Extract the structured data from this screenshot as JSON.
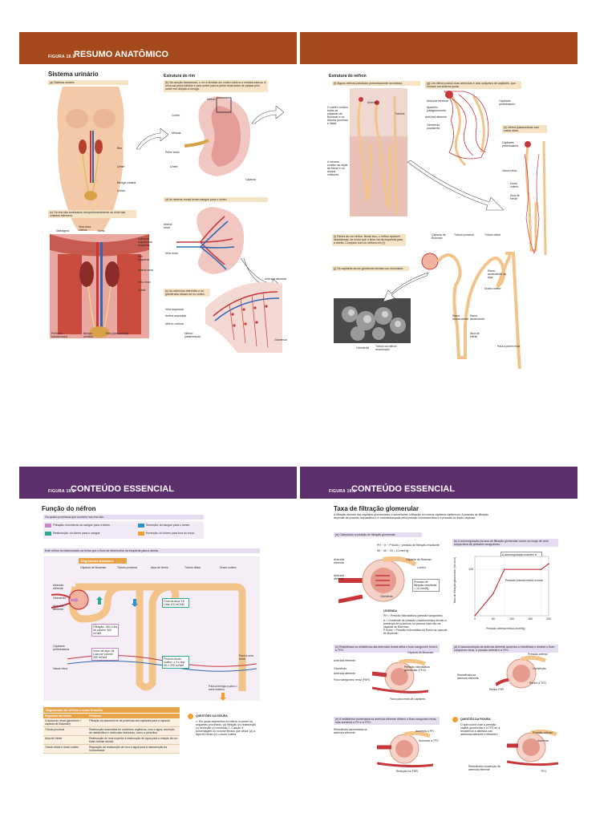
{
  "pages": {
    "p1": {
      "fig_num": "FIGURA 19.1",
      "fig_title": "RESUMO ANATÔMICO",
      "section": "Sistema urinário",
      "a": "(a) Sistema urinário",
      "a_labels": [
        "Rim",
        "Ureter",
        "Bexiga urinária",
        "Uretra"
      ],
      "c": "(c) Os rins são localizados retroperitonealmente ao nível das costelas inferiores.",
      "c_labels": [
        "Diafragma",
        "Veia cava inferior",
        "Aorta",
        "Glândula suprarrenal esquerda",
        "Rim esquerdo",
        "Artéria renal",
        "Veia renal",
        "Ureter",
        "Peritônio (seccionado)",
        "Bexiga urinária",
        "Reto (seccionado)"
      ],
      "b_section": "Estrutura do rim",
      "b": "(b) Na secção transversal, o rim é dividido em córtex externo e medula interna. A urina sai pelos túbulos e pelo ureter para a pelve renal antes de passar pelo ureter em direção à bexiga.",
      "b_labels": [
        "Néfron",
        "Córtex",
        "Medula",
        "Pelve renal",
        "Ureter",
        "Cápsula"
      ],
      "d": "(d) As artérias renais levam sangue para o córtex.",
      "d_labels": [
        "Artéria renal",
        "Veia renal"
      ],
      "e": "(e) As arteríolas aferentes e os glomérulos situam-se no córtex.",
      "e_labels": [
        "Arteríola aferente",
        "Veia arqueada",
        "Artéria arqueada",
        "Néfron cortical",
        "Néfron justamedular",
        "Glomérulo"
      ]
    },
    "p2": {
      "section": "Estrutura do néfron",
      "f": "(f) Alguns néfrons penetram profundamente na medula.",
      "f_labels": [
        "Arteríola",
        "Túbulos",
        "O córtex contém todas as cápsulas de Bowman e os túbulos proximal e distal.",
        "A medula contém as alças de Henle e os ductos coletores."
      ],
      "g": "(g) Um néfron possui duas arteríolas e dois conjuntos de capilares, que formam um sistema porta.",
      "g_labels": [
        "Arteríola eferente",
        "Aparelho justaglomerular",
        "Arteríola aferente",
        "Glomérulo (capilares)",
        "Capilares peritubulares"
      ],
      "h": "(h) Néfron justamedular com vasos retos.",
      "h_labels": [
        "Capilares peritubulares",
        "Vasos retos",
        "Ducto coletor",
        "Alça de Henle"
      ],
      "i": "(i) Partes de um néfron. Neste livro, o néfron aparece desdobrado, de modo que o fluxo vai da esquerda para a direita. Compare com os néfrons em (f).",
      "i_labels": [
        "Cápsula de Bowman",
        "Túbulo proximal",
        "Túbulo distal",
        "Ramo ascendente da alça",
        "Ducto coletor",
        "Ramo descendente",
        "Ramo ascendente",
        "Alça de Henle",
        "Para a pelve renal"
      ],
      "j": "(j) Os capilares de um glomérulo formam um enovelado.",
      "j_labels": [
        "Glomérulo",
        "Túbulo do néfron seccionado"
      ]
    },
    "p3": {
      "fig_num": "FIGURA 19.2",
      "fig_title": "CONTEÚDO ESSENCIAL",
      "section": "Função do néfron",
      "intro": "Os quatro processos que ocorrem nos rins são:",
      "proc1": "Filtração: movimento do sangue para o lúmen",
      "proc2": "Reabsorção: do lúmen para o sangue",
      "proc3": "Secreção: do sangue para o lúmen",
      "proc4": "Excreção: do lúmen para fora do corpo",
      "note": "Este néfron foi desenrolado na forma que o fluxo se desenvolve da esquerda para a direita.",
      "segments_label": "Segmentos tubulares",
      "segs": [
        "Cápsula de Bowman",
        "Túbulo proximal",
        "Alça de Henle",
        "Túbulo distal",
        "Ducto coletor"
      ],
      "labels": [
        "Arteríola eferente",
        "Glomérulo",
        "Arteríola aferente",
        "Capilares peritubulares",
        "Vasos retos",
        "Para a veia renal",
        "Para a bexiga e para o meio externo"
      ],
      "box1": "Filtração: 180 L/dia de volume 300 mOsM",
      "box2": "Início da alça: 54 L/dia de volume 300 mOsM",
      "box3": "Final da alça: 18 L/dia 100 mOsM",
      "box4": "Final do ducto coletor: 1,5 L/dia 50-1.200 mOsM",
      "table_title": "Segmentos do néfron e suas funções",
      "table_head": [
        "Segmento do néfron",
        "Processo"
      ],
      "table_rows": [
        [
          "Corpúsculo renal (glomérulo + cápsula de Bowman)",
          "Filtração do plasma livre de proteínas dos capilares para a cápsula"
        ],
        [
          "Túbulo proximal",
          "Reabsorção isosmótica de nutrientes orgânicos, íons e água; secreção de metabólitos e moléculas estranhas, como a penicilina"
        ],
        [
          "Alça de Henle",
          "Reabsorção de íons superior à reabsorção de água para a criação de um fluido tubular diluído"
        ],
        [
          "Túbulo distal e ducto coletor",
          "Regulação da reabsorção de íons e água para a manutenção da homeostasia"
        ]
      ],
      "q_title": "QUESTÕES DA FIGURA",
      "q": "1. Em quais segmentos do néfron ocorrem os seguintes processos: (a) filtração (b) reabsorção (c) secreção (d) excreção 2. Calcule a porcentagem do volume filtrado que deixa: (a) a alça de Henle (b) o ducto coletor"
    },
    "p4": {
      "fig_num": "FIGURA 19.6",
      "fig_title": "CONTEÚDO ESSENCIAL",
      "section": "Taxa de filtração glomerular",
      "intro": "A filtração através dos capilares glomerulares é semelhante à filtração em outros capilares sistêmicos. A pressão de filtração depende da pressão hidrostática e é contrabalançada pela pressão coloidosmótica e a pressão do fluido capsular.",
      "a": "(a) Calculando a pressão de filtração glomerular",
      "eq1": "PH − π − P fluido = pressão de filtração resultante",
      "eq2": "55 − 30 − 15 = 10 mmHg",
      "a_labels": [
        "Arteríola aferente",
        "Cápsula de Bowman",
        "Glomérulo",
        "Lúmen",
        "Arteríola eferente",
        "Pressão de filtração resultante = 10 mmHg"
      ],
      "legend_title": "LEGENDA",
      "legend": [
        "PH = Pressão hidrostática (pressão sanguínea)",
        "π = Gradiente de pressão coloidosmótica devido à presença de proteínas no plasma mas não na cápsula de Bowman",
        "P fluido = Pressão hidrostática do fluido na cápsula de Bowman"
      ],
      "b": "(b) A autorregulação da taxa de filtração glomerular ocorre ao longo de uma ampla faixa de pressões sanguíneas.",
      "b_note": "A autorregulação mantém a TFG quase constante quando a pressão arterial média está entre 80 e 180 mmHg.",
      "b_note2": "Pressão arterial média normal",
      "chart_ylabel": "Taxa de filtração glomerular (mL/min)",
      "chart_xlabel": "Pressão arterial média (mmHg)",
      "chart_data": {
        "type": "line",
        "x": [
          0,
          50,
          80,
          180,
          200
        ],
        "values": [
          0,
          60,
          125,
          125,
          140
        ],
        "xticks": [
          "0",
          "50",
          "100",
          "150",
          "200"
        ],
        "ytick": "125",
        "xlabel": "Pressão arterial média (mmHg)",
        "ylabel": "Taxa de filtração glomerular (mL/min)"
      },
      "c": "(c) Resistência na resistência das arteríolas renais afeta o fluxo sanguíneo renal e a TFG.",
      "c_labels": [
        "Arteríola aferente",
        "Glomérulo",
        "Arteríola eferente",
        "Cápsula de Bowman",
        "Pressão hidrostática glomerular (TFG)",
        "Fluxo sanguíneo renal (FSR)",
        "Fluxo para rede de capilares"
      ],
      "d": "(d) A vasoconstrição da arteríola aferente aumenta a resistência e diminui o fluxo sanguíneo renal, a pressão arterial e a TFG.",
      "d_labels": [
        "Pressão arterial",
        "Constrição",
        "Resistência na arteríola aferente",
        "Reduz FSR",
        "Reduz a TFG"
      ],
      "e": "(e) A resistência aumentada na arteríola eferente diminui o fluxo sanguíneo renal, mas aumenta a PH e a TFG.",
      "e_labels": [
        "Resistência aumentada na arteríola eferente",
        "Aumenta a PH",
        "Aumenta a TFG",
        "Redução do FSR"
      ],
      "q_title": "QUESTÃO DA FIGURA",
      "q": "O que ocorre com a pressão capilar glomerular e a TFG se a resistência é alterada nas arteríolas aferente e eferente?",
      "q_labels": [
        "Pressão arterial",
        "Aumenta",
        "Resistência constrição da arteríola eferente",
        "TFG"
      ]
    }
  },
  "colors": {
    "brown_banner": "#a44a1a",
    "purple_banner": "#5c2e6b",
    "caption_bg": "#f6e3c6",
    "nephron_tube": "#f3c48a",
    "artery_red": "#c8363a",
    "vein_blue": "#2f68b3"
  }
}
